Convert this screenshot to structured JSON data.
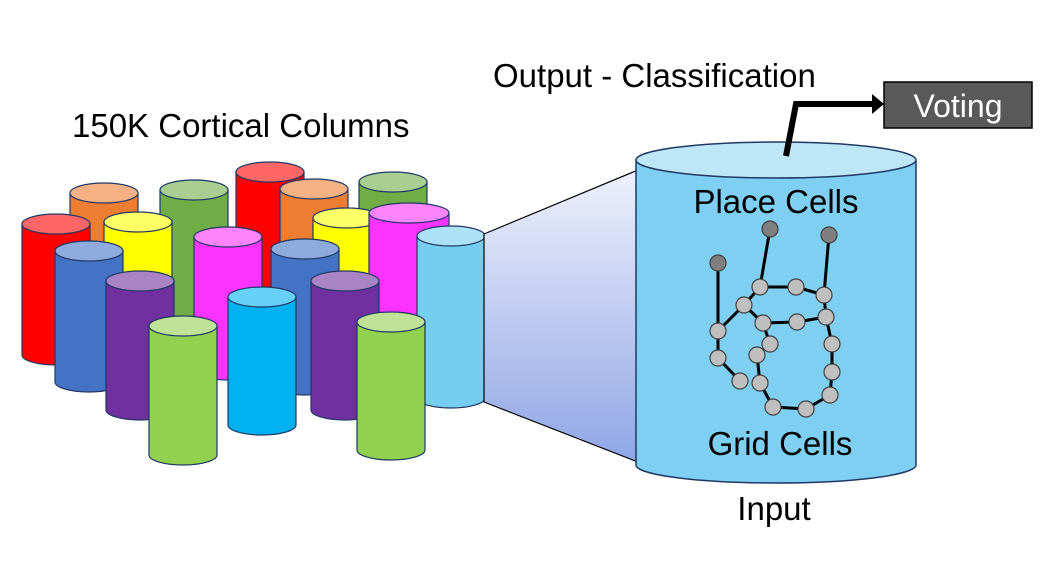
{
  "labels": {
    "columns_title": "150K Cortical Columns",
    "output_label": "Output - Classification",
    "voting_label": "Voting",
    "place_cells_label": "Place Cells",
    "grid_cells_label": "Grid Cells",
    "input_label": "Input"
  },
  "colors": {
    "red": "#ff0000",
    "orange": "#ed7d31",
    "yellow": "#ffff00",
    "olive_green": "#70ad47",
    "blue": "#4472c4",
    "purple": "#7030a0",
    "magenta": "#ff33ff",
    "light_green": "#92d050",
    "cyan": "#00b0f0",
    "light_blue": "#75cdf0",
    "big_column": "#7ecff2",
    "voting_box": "#595959",
    "node_gray": "#bfbfbf",
    "node_dark": "#7f7f7f"
  }
}
